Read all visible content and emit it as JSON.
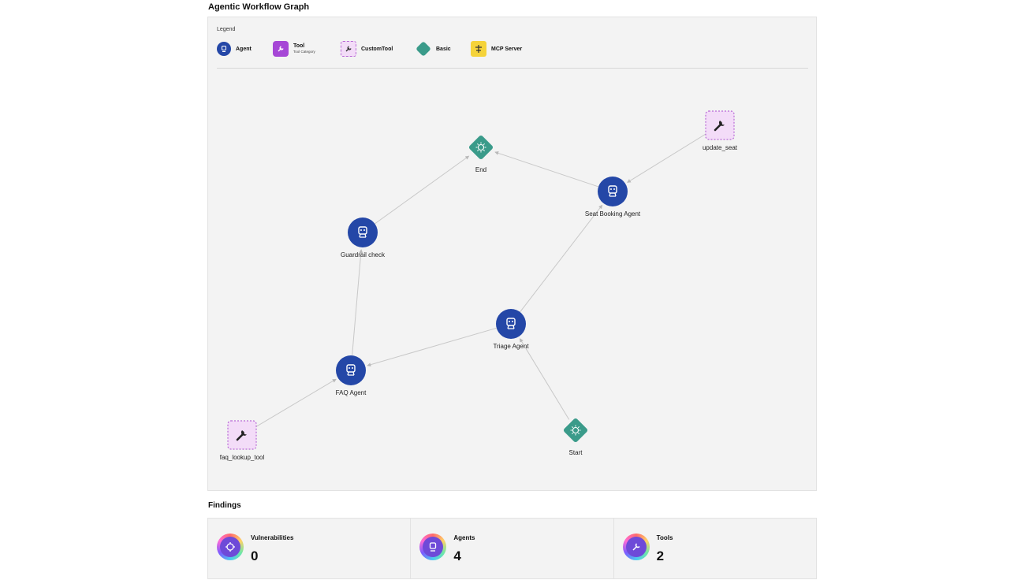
{
  "page_title": "Agentic Workflow Graph",
  "legend": {
    "title": "Legend",
    "items": [
      {
        "label": "Agent",
        "sub": "",
        "icon": "agent-icon"
      },
      {
        "label": "Tool",
        "sub": "Tool Category",
        "icon": "tool-icon"
      },
      {
        "label": "CustomTool",
        "sub": "",
        "icon": "custom-tool-icon"
      },
      {
        "label": "Basic",
        "sub": "",
        "icon": "basic-icon"
      },
      {
        "label": "MCP Server",
        "sub": "",
        "icon": "mcp-server-icon"
      }
    ]
  },
  "colors": {
    "agent": "#2447a7",
    "tool": "#a647d6",
    "custom_tool_fill": "#f3dcf8",
    "custom_tool_border": "#b86ad6",
    "basic": "#3a9b8a",
    "mcp_server": "#f5d33a",
    "edge": "#c8c8c8"
  },
  "graph": {
    "nodes": [
      {
        "id": "end",
        "label": "End",
        "type": "basic"
      },
      {
        "id": "update_seat",
        "label": "update_seat",
        "type": "custom_tool"
      },
      {
        "id": "seat_booking",
        "label": "Seat Booking Agent",
        "type": "agent"
      },
      {
        "id": "guardrail",
        "label": "Guardrail check",
        "type": "agent"
      },
      {
        "id": "triage",
        "label": "Triage Agent",
        "type": "agent"
      },
      {
        "id": "faq",
        "label": "FAQ Agent",
        "type": "agent"
      },
      {
        "id": "faq_lookup_tool",
        "label": "faq_lookup_tool",
        "type": "custom_tool"
      },
      {
        "id": "start",
        "label": "Start",
        "type": "basic"
      }
    ],
    "edges": [
      {
        "from": "start",
        "to": "triage"
      },
      {
        "from": "triage",
        "to": "faq"
      },
      {
        "from": "triage",
        "to": "seat_booking"
      },
      {
        "from": "faq_lookup_tool",
        "to": "faq"
      },
      {
        "from": "faq",
        "to": "guardrail"
      },
      {
        "from": "guardrail",
        "to": "end"
      },
      {
        "from": "seat_booking",
        "to": "end"
      },
      {
        "from": "update_seat",
        "to": "seat_booking"
      }
    ]
  },
  "findings": {
    "title": "Findings",
    "cards": [
      {
        "label": "Vulnerabilities",
        "count": "0",
        "icon": "vulnerabilities-icon"
      },
      {
        "label": "Agents",
        "count": "4",
        "icon": "agents-icon"
      },
      {
        "label": "Tools",
        "count": "2",
        "icon": "tools-icon"
      }
    ]
  }
}
